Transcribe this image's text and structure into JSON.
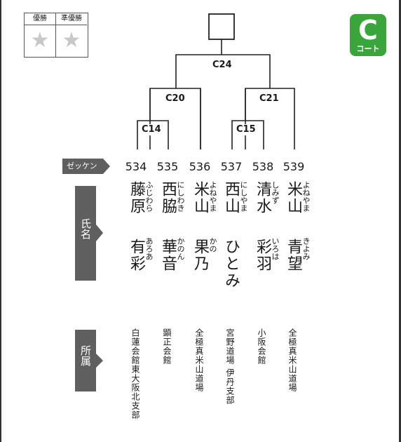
{
  "winner_table": {
    "first_label": "優勝",
    "second_label": "準優勝",
    "star": "★"
  },
  "court": {
    "letter": "C",
    "sub": "コート"
  },
  "matches": {
    "final": "C24",
    "semi_left": "C20",
    "semi_right": "C21",
    "q_left": "C14",
    "q_right": "C15"
  },
  "zekken_label": "ゼッケン",
  "section_labels": {
    "name": "氏名",
    "affiliation": "所属"
  },
  "competitors": [
    {
      "number": "534",
      "family": "藤原",
      "family_kana": "ふじわら",
      "given": "有彩",
      "given_kana": "あろあ",
      "dojo": "白蓮会館東大阪北支部"
    },
    {
      "number": "535",
      "family": "西脇",
      "family_kana": "にしわき",
      "given": "華音",
      "given_kana": "かのん",
      "dojo": "顕正会館"
    },
    {
      "number": "536",
      "family": "米山",
      "family_kana": "よねやま",
      "given": "果乃",
      "given_kana": "かの",
      "dojo": "全極真米山道場"
    },
    {
      "number": "537",
      "family": "西山",
      "family_kana": "にしやま",
      "given": "ひとみ",
      "given_kana": "",
      "dojo": "宮野道場 伊丹支部"
    },
    {
      "number": "538",
      "family": "清水",
      "family_kana": "しみず",
      "given": "彩羽",
      "given_kana": "いろは",
      "dojo": "小阪会館"
    },
    {
      "number": "539",
      "family": "米山",
      "family_kana": "よねやま",
      "given": "青望",
      "given_kana": "きよみ",
      "dojo": "全極真米山道場"
    }
  ],
  "colors": {
    "accent": "#3aa53a",
    "tag": "#5f5f5f",
    "star": "#c8c8c8"
  }
}
